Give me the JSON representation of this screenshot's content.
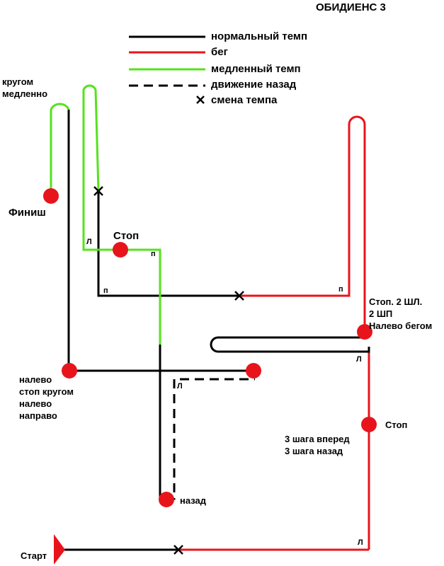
{
  "title": "ОБИДИЕНС 3",
  "legend": {
    "normal": "нормальный темп",
    "run": "бег",
    "slow": "медленный темп",
    "backward": "движение назад",
    "change": "смена темпа"
  },
  "colors": {
    "normal": "#000000",
    "run": "#e8141c",
    "slow": "#55e21c",
    "station": "#e8141c"
  },
  "labels": {
    "krugom": "кругом\nмедленно",
    "finish": "Финиш",
    "stop1": "Стоп",
    "stop2": "Стоп. 2 ШЛ.\n2 ШП\nНалево бегом",
    "nalevo": "налево\nстоп кругом\nналево\nнаправо",
    "stop3": "Стоп",
    "steps": "3 шага вперед\n3 шага назад",
    "nazad": "назад",
    "start": "Старт",
    "l": "Л",
    "p": "п"
  }
}
